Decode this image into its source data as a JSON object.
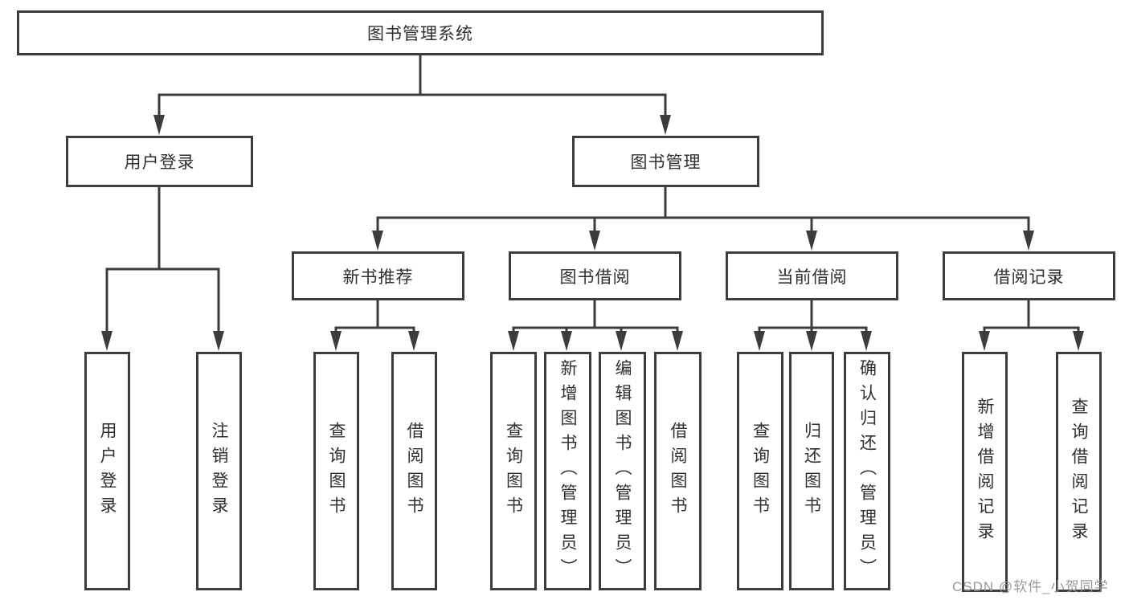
{
  "tree": {
    "root": {
      "label": "图书管理系统"
    },
    "branches": [
      {
        "label": "用户登录",
        "children": [
          {
            "label": "用户登录"
          },
          {
            "label": "注销登录"
          }
        ]
      },
      {
        "label": "图书管理",
        "children": [
          {
            "label": "新书推荐",
            "children": [
              {
                "label": "查询图书"
              },
              {
                "label": "借阅图书"
              }
            ]
          },
          {
            "label": "图书借阅",
            "children": [
              {
                "label": "查询图书"
              },
              {
                "label": "新增图书（管理员）"
              },
              {
                "label": "编辑图书（管理员）"
              },
              {
                "label": "借阅图书"
              }
            ]
          },
          {
            "label": "当前借阅",
            "children": [
              {
                "label": "查询图书"
              },
              {
                "label": "归还图书"
              },
              {
                "label": "确认归还（管理员）"
              }
            ]
          },
          {
            "label": "借阅记录",
            "children": [
              {
                "label": "新增借阅记录"
              },
              {
                "label": "查询借阅记录"
              }
            ]
          }
        ]
      }
    ]
  },
  "watermark": {
    "text": "CSDN @软件_小贺同学"
  },
  "colors": {
    "line": "#3c3c3c",
    "text": "#2f2f2f",
    "watermark": "#949494",
    "background": "#ffffff"
  }
}
